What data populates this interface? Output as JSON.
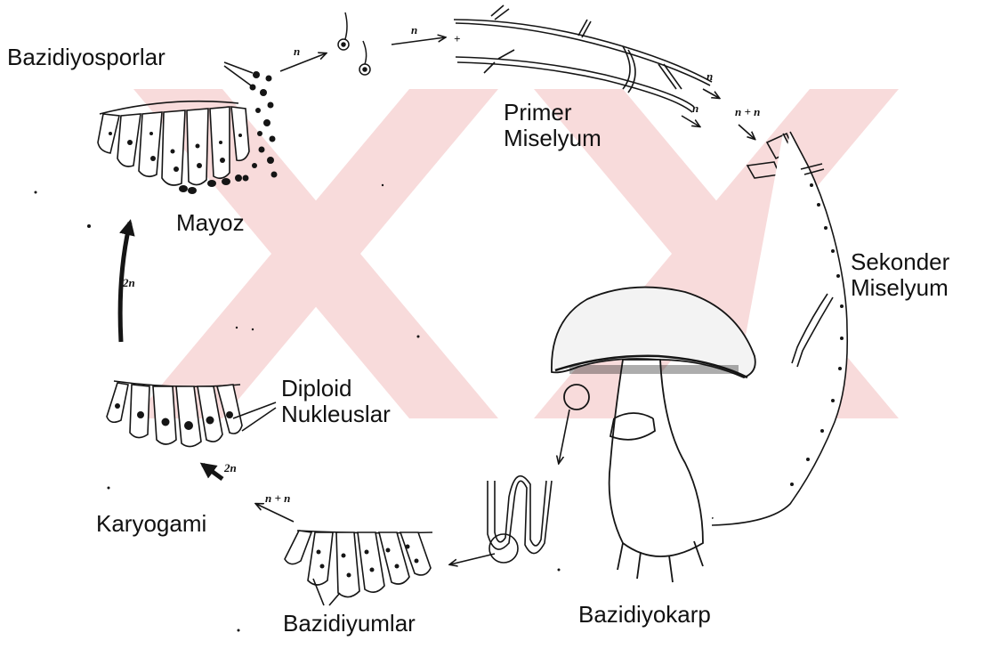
{
  "colors": {
    "ink": "#151515",
    "watermark": "#f4c9c9",
    "paper": "#ffffff"
  },
  "labels": {
    "bazidiyosporlar": "Bazidiyosporlar",
    "primer": "Primer\nMiselyum",
    "mayoz": "Mayoz",
    "sekonder": "Sekonder\nMiselyum",
    "diploid": "Diploid\nNukleuslar",
    "karyogami": "Karyogami",
    "bazidiyokarp": "Bazidiyokarp",
    "bazidiyumlar": "Bazidiyumlar"
  },
  "ploidy": {
    "n_spore_arrow": "n",
    "n_germ_arrow": "n",
    "plus_sign": "+",
    "n_primer_1": "n",
    "n_primer_2": "n",
    "nn_secondary": "n + n",
    "two_n_meiosis": "2n",
    "two_n_karyogamy": "2n",
    "nn_basidia": "n + n"
  }
}
